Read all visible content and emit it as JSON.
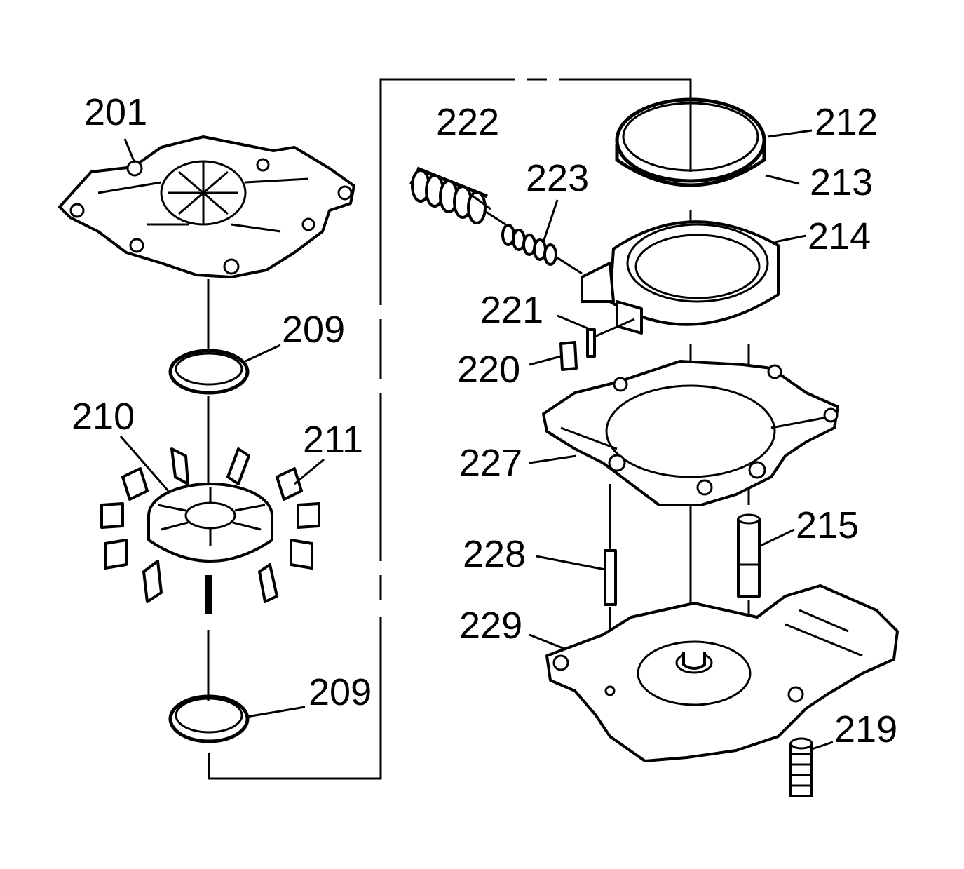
{
  "colors": {
    "ink": "#000000",
    "background": "#ffffff"
  },
  "labels": {
    "p201": "201",
    "p209_upper": "209",
    "p209_lower": "209",
    "p210": "210",
    "p211": "211",
    "p212": "212",
    "p213": "213",
    "p214": "214",
    "p215": "215",
    "p219": "219",
    "p220": "220",
    "p221": "221",
    "p222": "222",
    "p223": "223",
    "p227": "227",
    "p228": "228",
    "p229": "229"
  }
}
